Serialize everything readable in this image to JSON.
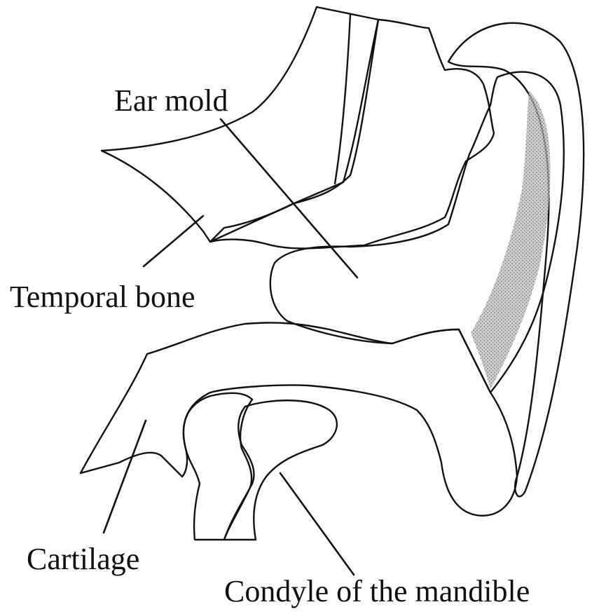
{
  "labels": {
    "ear_mold": "Ear mold",
    "temporal_bone": "Temporal bone",
    "cartilage": "Cartilage",
    "condyle": "Condyle of the mandible"
  },
  "colors": {
    "line": "#111111",
    "speckle_fill": "#f4f4f4",
    "ear_mold_fill": "#bdbdbd",
    "canal_fill": "#c9c9c9",
    "background": "#ffffff"
  }
}
